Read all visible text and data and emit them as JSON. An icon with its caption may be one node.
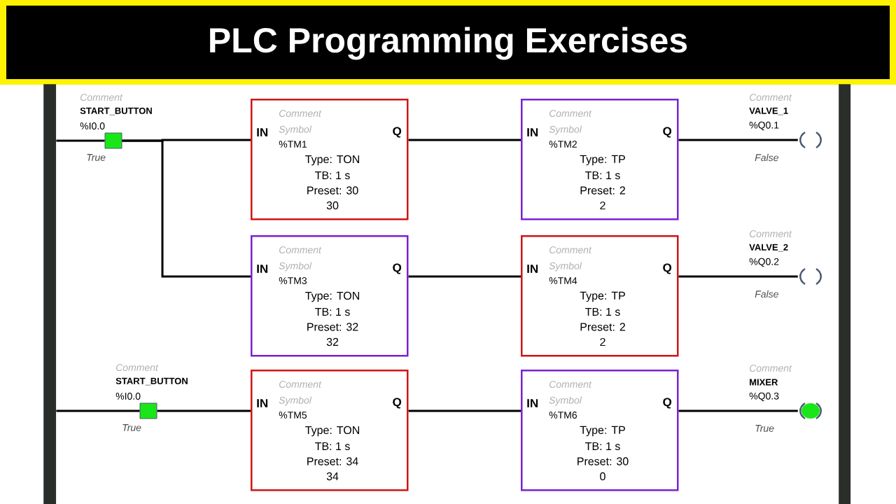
{
  "diagram": {
    "title": "PLC Programming Exercises",
    "nodes": [
      {
        "text": [],
        "shape": "bar"
      },
      {
        "text": [],
        "shape": "bar"
      },
      {
        "text": [
          "Comment",
          "START_BUTTON",
          "%I0.0"
        ],
        "beside": [
          "True"
        ]
      },
      {
        "text": [
          "Comment",
          "IN",
          "Symbol",
          "Q",
          "%TM1",
          "Type: TON",
          "TB: 1 s",
          "Preset: 30",
          "30"
        ]
      },
      {
        "text": [
          "Comment",
          "IN",
          "Symbol",
          "Q",
          "%TM2",
          "Type: TP",
          "TB: 1 s",
          "Preset: 2",
          "2"
        ]
      },
      {
        "text": [
          "Comment",
          "VALVE_1",
          "%Q0.1"
        ],
        "beside": [
          "False"
        ]
      },
      {
        "text": [
          "Comment",
          "IN",
          "Symbol",
          "Q",
          "%TM3",
          "Type: TON",
          "TB: 1 s",
          "Preset: 32",
          "32"
        ]
      },
      {
        "text": [
          "Comment",
          "IN",
          "Symbol",
          "Q",
          "%TM4",
          "Type: TP",
          "TB: 1 s",
          "Preset: 2",
          "2"
        ]
      },
      {
        "text": [
          "Comment",
          "VALVE_2",
          "%Q0.2"
        ],
        "beside": [
          "False"
        ]
      },
      {
        "text": [
          "Comment",
          "START_BUTTON",
          "%I0.0"
        ],
        "beside": [
          "True"
        ]
      },
      {
        "text": [
          "Comment",
          "IN",
          "Symbol",
          "Q",
          "%TM5",
          "Type: TON",
          "TB: 1 s",
          "Preset: 34",
          "34"
        ]
      },
      {
        "text": [
          "Comment",
          "IN",
          "Symbol",
          "Q",
          "%TM6",
          "Type: TP",
          "TB: 1 s",
          "Preset: 30",
          "0"
        ]
      },
      {
        "text": [
          "Comment",
          "MIXER",
          "%Q0.3"
        ],
        "beside": [
          "True"
        ]
      }
    ],
    "edges": [
      {
        "from": 0,
        "to": 2,
        "arrow": "none"
      },
      {
        "from": 2,
        "to": 3,
        "arrow": "none"
      },
      {
        "from": 2,
        "to": 6,
        "arrow": "none"
      },
      {
        "from": 3,
        "to": 4,
        "arrow": "none"
      },
      {
        "from": 4,
        "to": 5,
        "arrow": "none"
      },
      {
        "from": 6,
        "to": 7,
        "arrow": "none"
      },
      {
        "from": 7,
        "to": 8,
        "arrow": "none"
      },
      {
        "from": 0,
        "to": 9,
        "arrow": "none"
      },
      {
        "from": 9,
        "to": 10,
        "arrow": "none"
      },
      {
        "from": 10,
        "to": 11,
        "arrow": "none"
      },
      {
        "from": 11,
        "to": 12,
        "arrow": "none"
      }
    ]
  }
}
